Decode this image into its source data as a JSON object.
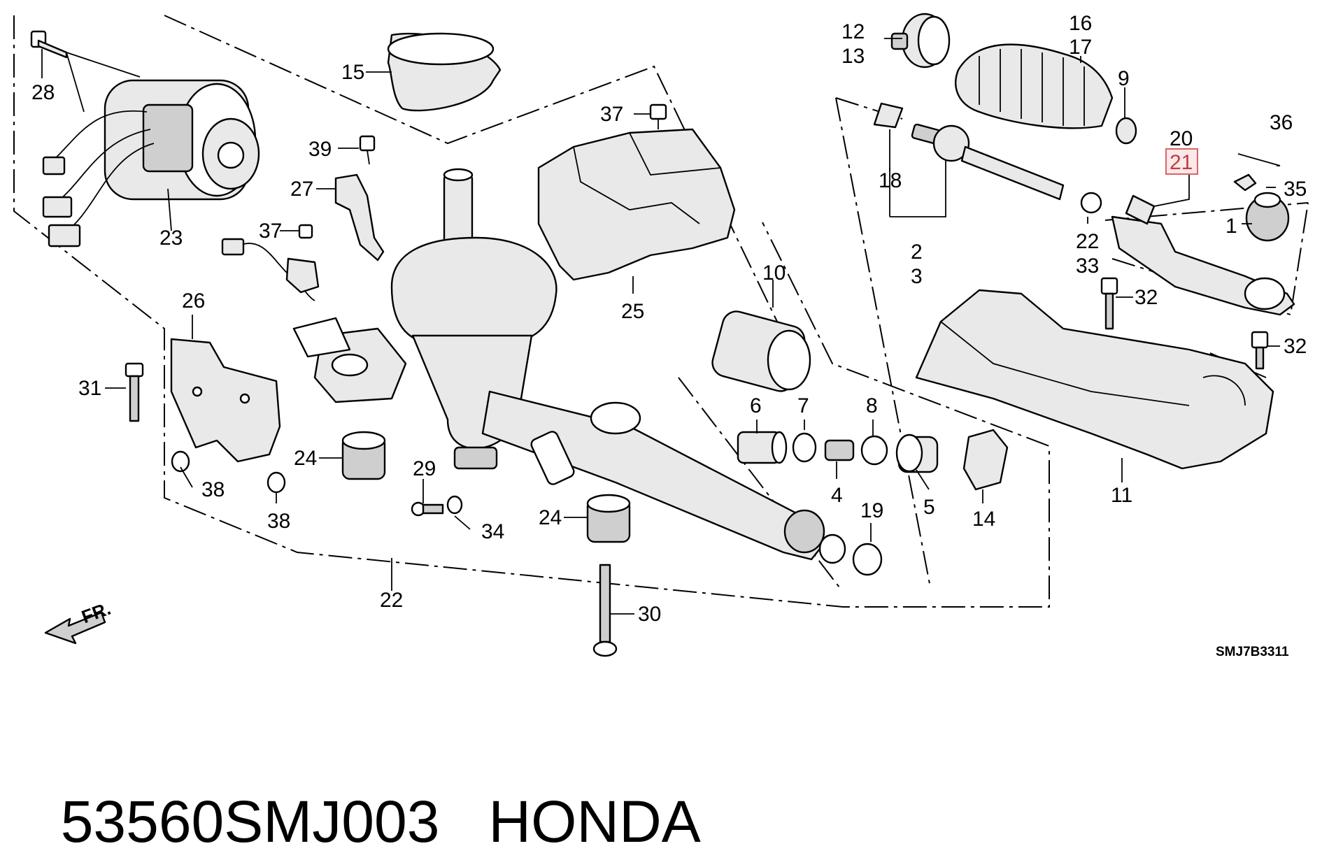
{
  "diagram": {
    "diagram_code": "SMJ7B3311",
    "front_indicator": "FR.",
    "highlighted_callout": "21",
    "callouts": {
      "c1": "1",
      "c2": "2",
      "c3": "3",
      "c4": "4",
      "c5": "5",
      "c6": "6",
      "c7": "7",
      "c8": "8",
      "c9": "9",
      "c10": "10",
      "c11": "11",
      "c12": "12",
      "c13": "13",
      "c14": "14",
      "c15": "15",
      "c16": "16",
      "c17": "17",
      "c18": "18",
      "c19": "19",
      "c20": "20",
      "c21": "21",
      "c22a": "22",
      "c22b": "22",
      "c23": "23",
      "c24a": "24",
      "c24b": "24",
      "c25": "25",
      "c26": "26",
      "c27": "27",
      "c28": "28",
      "c29": "29",
      "c30": "30",
      "c31": "31",
      "c32a": "32",
      "c32b": "32",
      "c33": "33",
      "c34": "34",
      "c35": "35",
      "c36": "36",
      "c37a": "37",
      "c37b": "37",
      "c38a": "38",
      "c38b": "38",
      "c39": "39"
    }
  },
  "footer": {
    "part_number": "53560SMJ003",
    "brand": "HONDA"
  }
}
